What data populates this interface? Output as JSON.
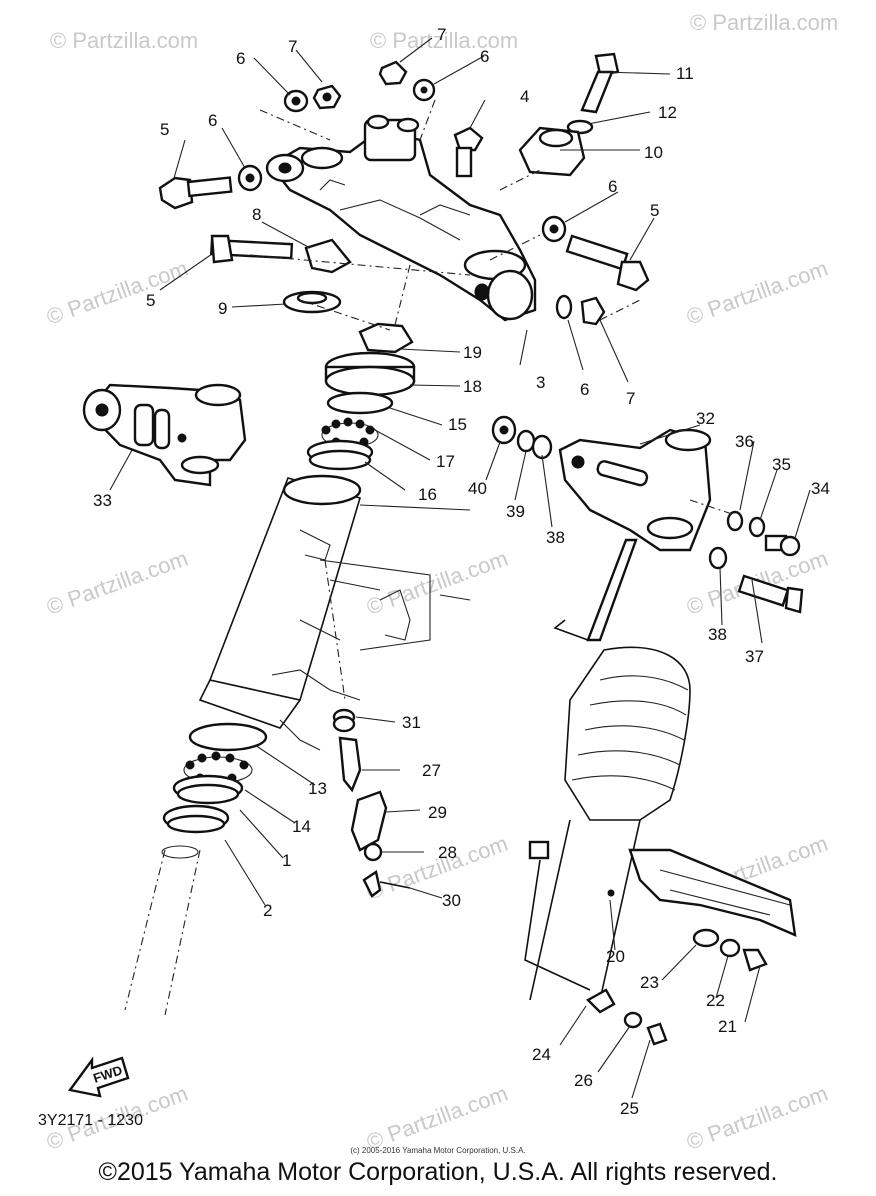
{
  "watermark": "© Partzilla.com",
  "diagram_code": "3Y2171 - 1230",
  "fwd_label": "FWD",
  "small_copyright": "(c) 2005-2016 Yamaha Motor Corporation, U.S.A.",
  "copyright": "©2015 Yamaha Motor Corporation, U.S.A. All rights reserved.",
  "callouts": [
    "7",
    "6",
    "7",
    "6",
    "11",
    "4",
    "12",
    "5",
    "6",
    "10",
    "8",
    "6",
    "5",
    "5",
    "9",
    "19",
    "3",
    "6",
    "7",
    "18",
    "15",
    "17",
    "16",
    "40",
    "39",
    "38",
    "32",
    "36",
    "35",
    "34",
    "33",
    "38",
    "37",
    "31",
    "27",
    "13",
    "14",
    "29",
    "1",
    "28",
    "2",
    "30",
    "20",
    "23",
    "22",
    "21",
    "24",
    "26",
    "25"
  ]
}
